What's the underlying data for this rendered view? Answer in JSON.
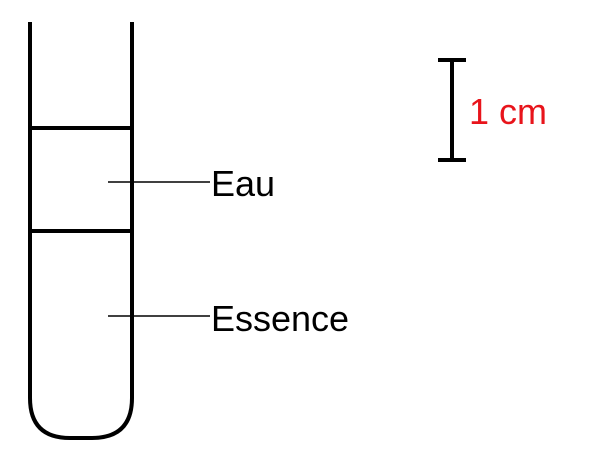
{
  "labels": {
    "upper_layer": "Eau",
    "lower_layer": "Essence",
    "scale_bar": "1 cm"
  },
  "colors": {
    "lines": "#000000",
    "text": "#000000",
    "scale_text": "#e8141b"
  }
}
